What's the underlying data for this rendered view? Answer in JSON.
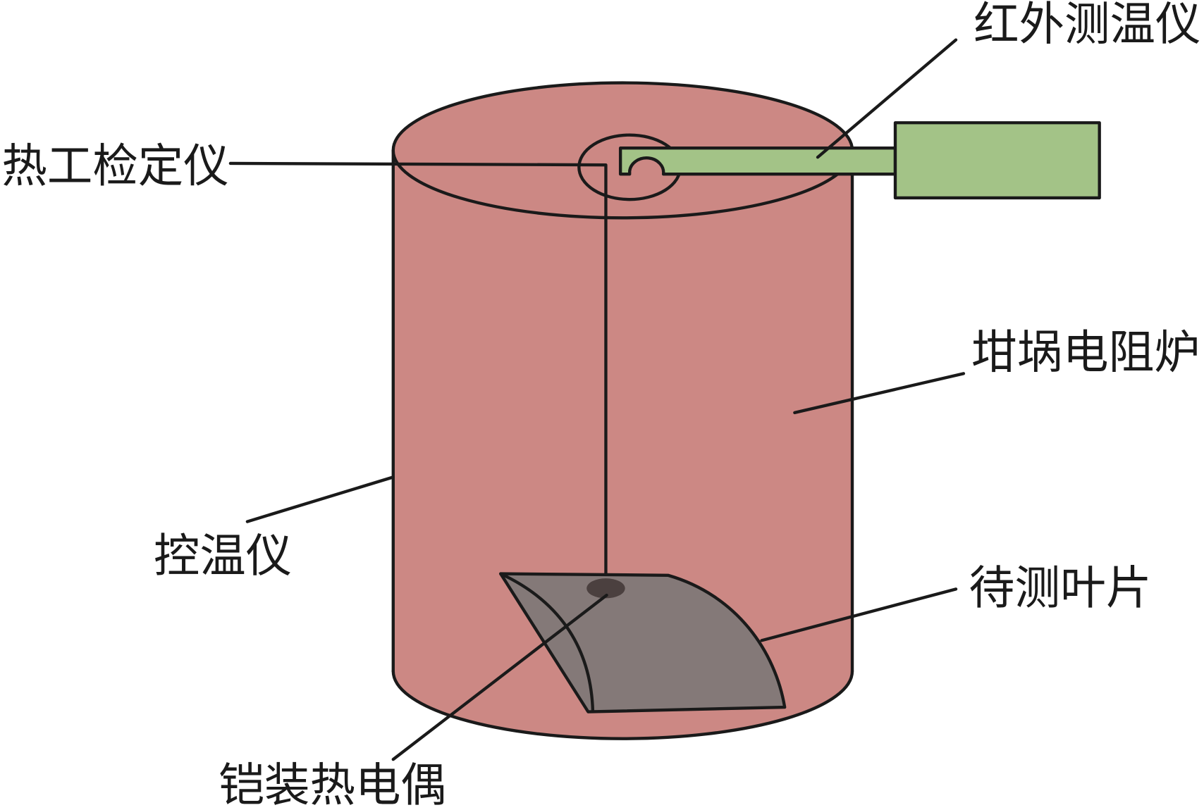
{
  "labels": {
    "infrared_thermometer": "红外测温仪",
    "thermal_calibrator": "热工检定仪",
    "crucible_furnace": "坩埚电阻炉",
    "temperature_controller": "控温仪",
    "test_blade": "待测叶片",
    "armored_thermocouple": "铠装热电偶"
  },
  "colors": {
    "furnace": "#cc8884",
    "thermometer": "#a3c387",
    "blade": "#847978",
    "thermocouple_tip": "#4b403f"
  }
}
